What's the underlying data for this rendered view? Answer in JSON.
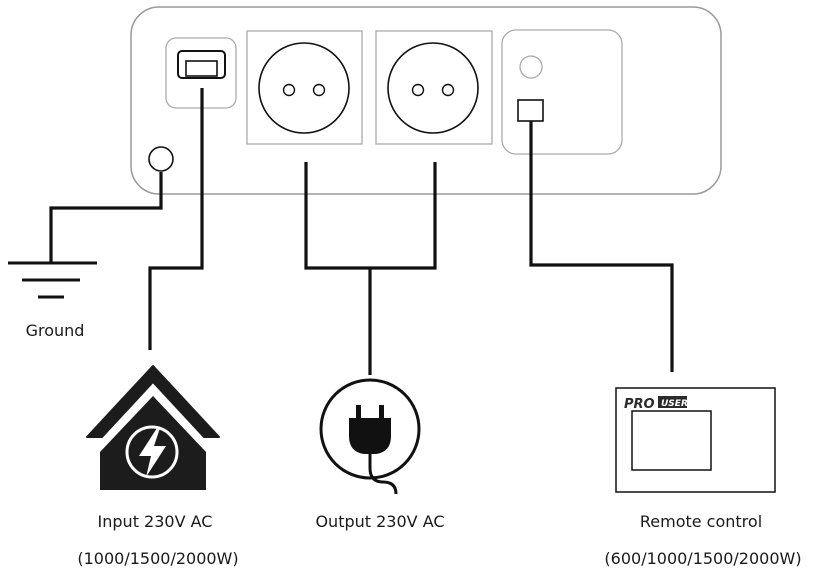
{
  "labels": {
    "ground": "Ground",
    "input": "Input 230V AC",
    "input_power": "(1000/1500/2000W)",
    "output": "Output 230V AC",
    "remote": "Remote control",
    "remote_power": "(600/1000/1500/2000W)"
  },
  "remote_logo": {
    "pro": "PRO",
    "user": "USER"
  },
  "icons": {
    "ground": "ground-symbol-icon",
    "house": "house-power-icon",
    "plug": "power-plug-icon",
    "remote": "remote-control-icon"
  }
}
